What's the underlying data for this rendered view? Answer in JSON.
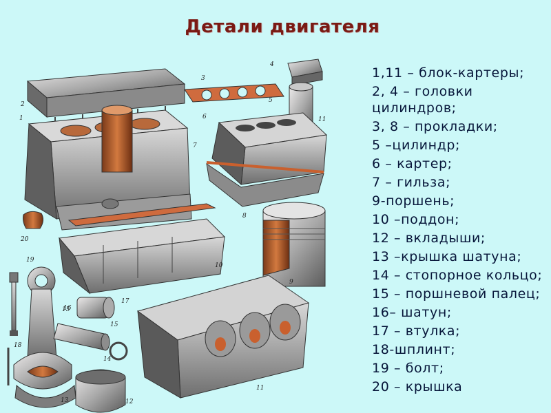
{
  "title": "Детали двигателя",
  "legend": [
    "1,11 – блок-картеры;",
    "2, 4 – головки цилиндров;",
    "3, 8 – прокладки;",
    "5 –цилиндр;",
    "6 – картер;",
    "7 – гильза;",
    "9-поршень;",
    "10 –поддон;",
    "12 – вкладыши;",
    "13 –крышка шатуна;",
    "14 – стопорное кольцо;",
    "15 – поршневой палец;",
    "16– шатун;",
    "17 – втулка;",
    "18-шплинт;",
    "19 – болт;",
    "20 – крышка"
  ],
  "callouts": [
    "1",
    "2",
    "3",
    "4",
    "5",
    "6",
    "7",
    "8",
    "9",
    "10",
    "11",
    "11",
    "12",
    "13",
    "14",
    "15",
    "15",
    "16",
    "17",
    "18",
    "19",
    "20"
  ]
}
